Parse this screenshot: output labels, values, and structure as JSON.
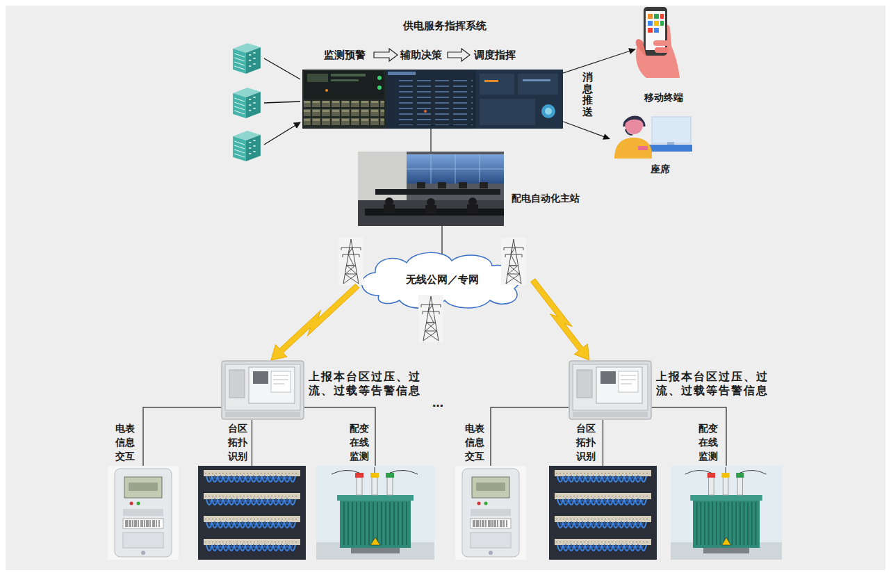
{
  "diagram": {
    "nodes": [
      {
        "text": [
          "供电服务指挥系统",
          "监测预警",
          "辅助决策",
          "调度指挥"
        ]
      },
      {
        "text": [
          "移动终端"
        ]
      },
      {
        "text": [
          "座席"
        ]
      },
      {
        "text": [
          "配电自动化主站"
        ]
      },
      {
        "text": [
          "无线公网／专网"
        ]
      },
      {
        "text": [
          "上报本台区过压、过流、过载等告警信息"
        ]
      },
      {
        "text": [
          "电表信息交互"
        ]
      },
      {
        "text": [
          "台区拓扑识别"
        ]
      },
      {
        "text": [
          "配变在线监测"
        ]
      },
      {
        "text": [
          "上报本台区过压、过流、过载等告警信息"
        ]
      },
      {
        "text": [
          "电表信息交互"
        ]
      },
      {
        "text": [
          "台区拓扑识别"
        ]
      },
      {
        "text": [
          "配变在线监测"
        ]
      }
    ],
    "edges": [
      {
        "from": 0,
        "to": 1,
        "arrow": "to"
      },
      {
        "from": 0,
        "to": 2,
        "arrow": "to"
      },
      {
        "from": 0,
        "to": 3,
        "arrow": "none"
      },
      {
        "from": 3,
        "to": 4,
        "arrow": "none"
      },
      {
        "from": 4,
        "to": 5,
        "arrow": "to"
      },
      {
        "from": 4,
        "to": 9,
        "arrow": "to"
      },
      {
        "from": 5,
        "to": 6,
        "arrow": "none"
      },
      {
        "from": 5,
        "to": 7,
        "arrow": "none"
      },
      {
        "from": 5,
        "to": 8,
        "arrow": "none"
      },
      {
        "from": 9,
        "to": 10,
        "arrow": "none"
      },
      {
        "from": 9,
        "to": 11,
        "arrow": "none"
      },
      {
        "from": 9,
        "to": 12,
        "arrow": "none"
      }
    ],
    "labels": [
      "消息推送",
      "…"
    ]
  }
}
